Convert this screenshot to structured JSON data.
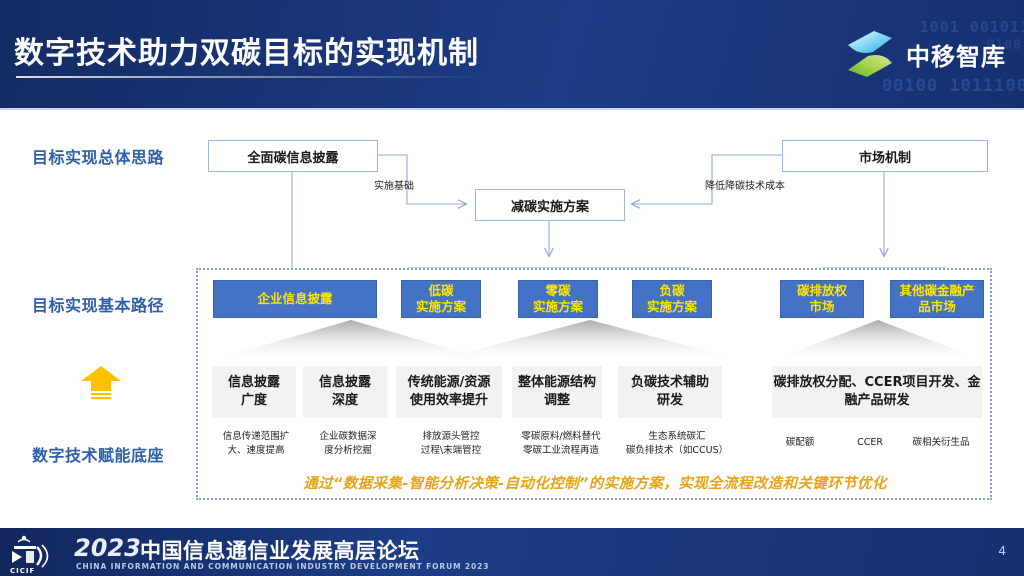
{
  "header": {
    "title": "数字技术助力双碳目标的实现机制",
    "brand_name": "中移智库",
    "brand_logo_icon": "zhongyi-zhiku-logo-icon",
    "binary_deco": [
      "1001 001011",
      "0100",
      "0",
      "00100 1011100"
    ],
    "colors": {
      "bg_blue": "#1c3a80",
      "title_white": "#ffffff",
      "binary": "#2d57a8"
    }
  },
  "rail": {
    "label_1": "目标实现总体思路",
    "label_2": "目标实现基本路径",
    "label_3": "数字技术赋能底座",
    "arrow_icon": "up-arrow-icon",
    "arrow_color": "#ffc000",
    "label_color": "#2e5fa8"
  },
  "flow": {
    "box_disclosure": "全面碳信息披露",
    "box_plan": "减碳实施方案",
    "box_market": "市场机制",
    "edge_label_basis": "实施基础",
    "edge_label_cost": "降低降碳技术成本",
    "line_color": "#8fa9d6"
  },
  "paths": {
    "blue_boxes": [
      {
        "name": "enterprise-disclosure",
        "label": "企业信息披露"
      },
      {
        "name": "low-carbon-plan",
        "label": "低碳\n实施方案"
      },
      {
        "name": "zero-carbon-plan",
        "label": "零碳\n实施方案"
      },
      {
        "name": "negative-carbon-plan",
        "label": "负碳\n实施方案"
      },
      {
        "name": "carbon-emission-rights-market",
        "label": "碳排放权\n市场"
      },
      {
        "name": "other-carbon-finance-market",
        "label": "其他碳金融产\n品市场"
      }
    ],
    "gray_boxes": [
      {
        "name": "disclosure-breadth",
        "label": "信息披露\n广度"
      },
      {
        "name": "disclosure-depth",
        "label": "信息披露\n深度"
      },
      {
        "name": "traditional-energy-efficiency",
        "label": "传统能源/资源\n使用效率提升"
      },
      {
        "name": "energy-structure-adjustment",
        "label": "整体能源结构\n调整"
      },
      {
        "name": "negative-carbon-rd",
        "label": "负碳技术辅助\n研发"
      },
      {
        "name": "carbon-allocation-ccer-finance",
        "label": "碳排放权分配、CCER项目开发、金\n融产品研发"
      }
    ],
    "sub_texts": [
      {
        "name": "sub-disclosure-breadth",
        "label": "信息传递范围扩\n大、速度提高"
      },
      {
        "name": "sub-disclosure-depth",
        "label": "企业碳数据深\n度分析挖掘"
      },
      {
        "name": "sub-source-control",
        "label": "排放源头管控\n过程\\末端管控"
      },
      {
        "name": "sub-zero-carbon-materials",
        "label": "零碳原料/燃料替代\n零碳工业流程再造"
      },
      {
        "name": "sub-ecosystem-sink",
        "label": "生态系统碳汇\n碳负排技术（如CCUS）"
      },
      {
        "name": "sub-carbon-quota",
        "label": "碳配额"
      },
      {
        "name": "sub-ccer",
        "label": "CCER"
      },
      {
        "name": "sub-carbon-derivatives",
        "label": "碳相关衍生品"
      }
    ],
    "blue_box_bg": "#4472c4",
    "blue_box_text": "#ffe400",
    "gray_box_bg": "#f2f2f2"
  },
  "banner": {
    "text": "通过“数据采集-智能分析决策-自动化控制”的实施方案，实现全流程改造和关键环节优化",
    "color": "#e8a318"
  },
  "footer": {
    "logo_icon": "cicif-logo-icon",
    "logo_abbr": "CICIF",
    "year": "2023",
    "title_cn": "中国信息通信业发展高层论坛",
    "title_en": "CHINA INFORMATION AND COMMUNICATION INDUSTRY DEVELOPMENT FORUM 2023",
    "page_number": "4"
  }
}
